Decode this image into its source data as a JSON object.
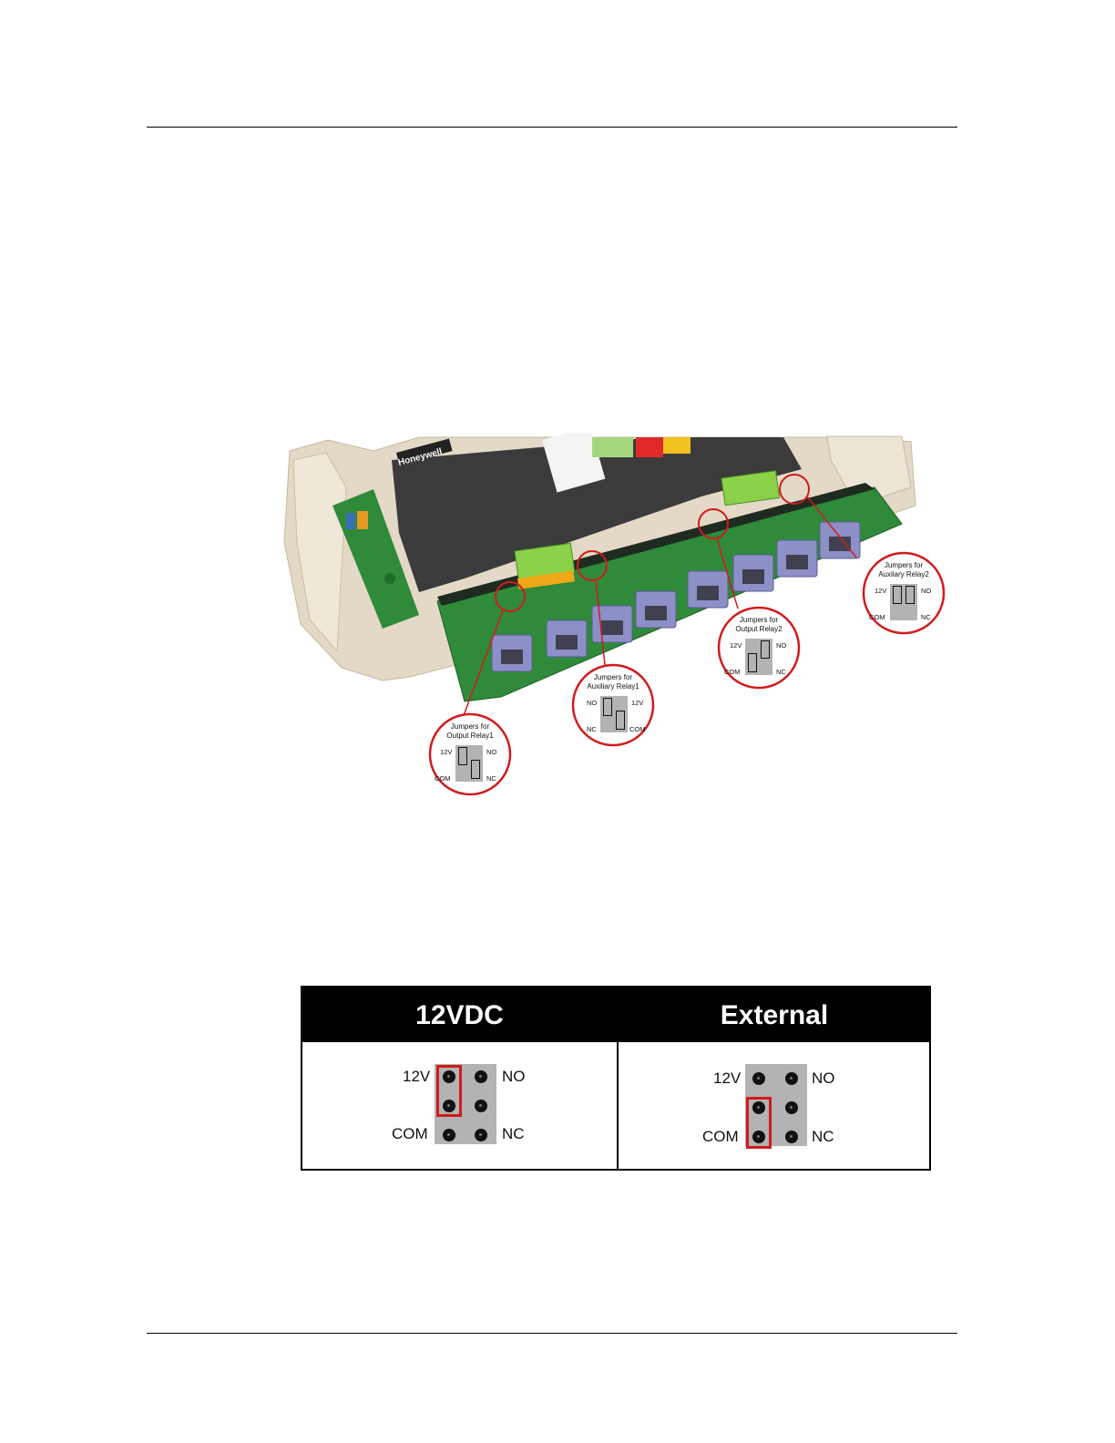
{
  "figure": {
    "callouts": [
      {
        "title_line1": "Jumpers for",
        "title_line2": "Output Relay1",
        "left_top": "12V",
        "right_top": "NO",
        "left_bottom": "COM",
        "right_bottom": "NC"
      },
      {
        "title_line1": "Jumpers for",
        "title_line2": "Auxiliary Relay1",
        "left_top": "NO",
        "right_top": "12V",
        "left_bottom": "NC",
        "right_bottom": "COM"
      },
      {
        "title_line1": "Jumpers for",
        "title_line2": "Output Relay2",
        "left_top": "12V",
        "right_top": "NO",
        "left_bottom": "COM",
        "right_bottom": "NC"
      },
      {
        "title_line1": "Jumpers for",
        "title_line2": "Auxilary Relay2",
        "left_top": "12V",
        "right_top": "NO",
        "left_bottom": "COM",
        "right_bottom": "NC"
      }
    ],
    "brand": "Honeywell"
  },
  "table": {
    "headers": [
      "12VDC",
      "External"
    ],
    "cells": [
      {
        "label_12v": "12V",
        "label_no": "NO",
        "label_com": "COM",
        "label_nc": "NC"
      },
      {
        "label_12v": "12V",
        "label_no": "NO",
        "label_com": "COM",
        "label_nc": "NC"
      }
    ]
  },
  "colors": {
    "highlight": "#d01c1c",
    "pcb": "#2f8a3a",
    "jumper_block": "#b3b3b3",
    "header_bg": "#000000"
  }
}
